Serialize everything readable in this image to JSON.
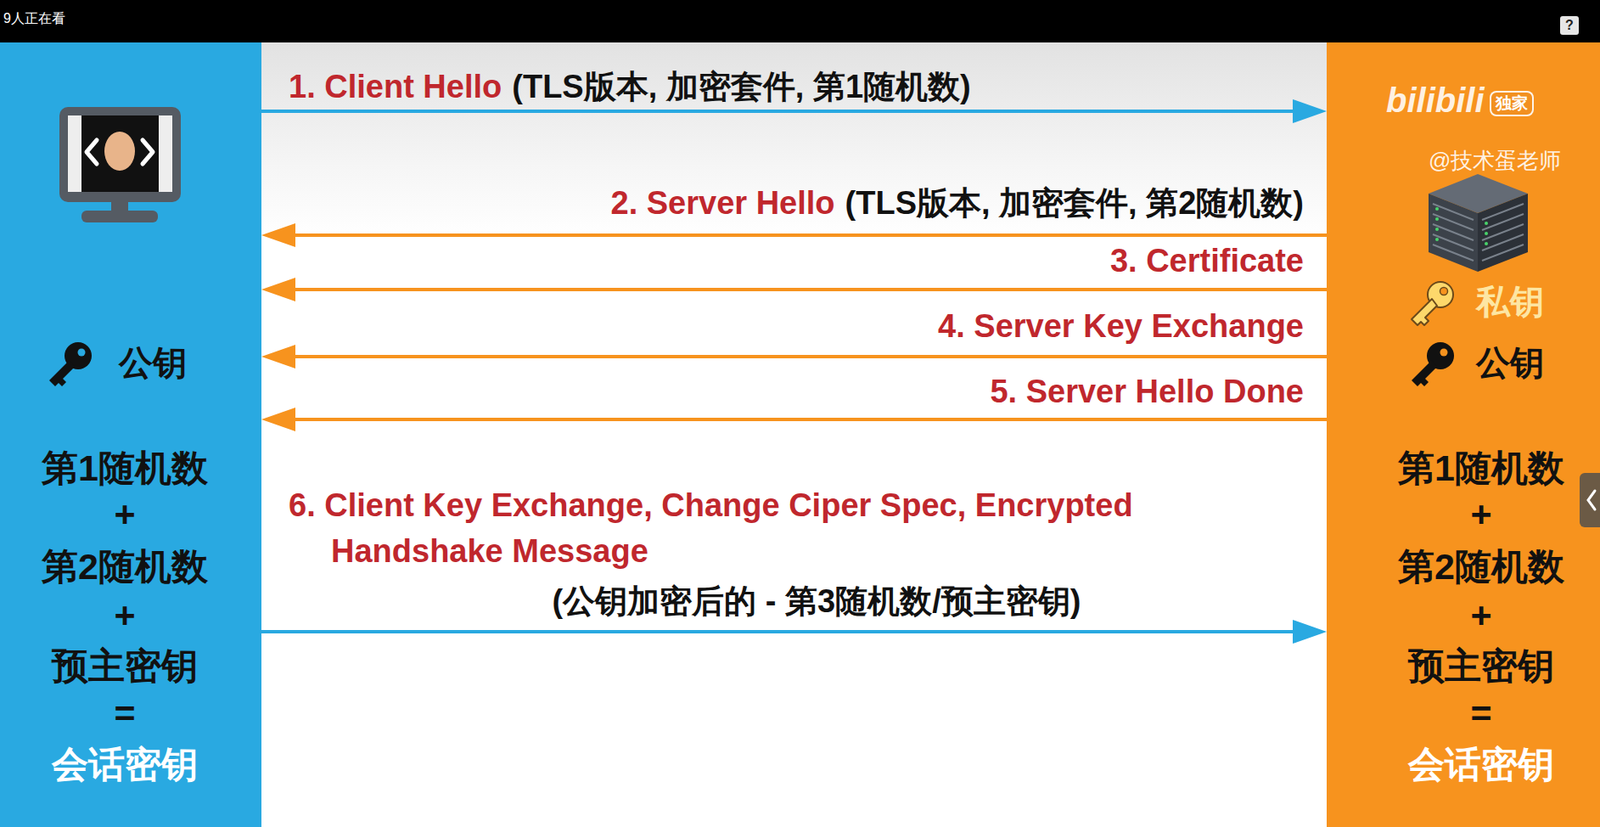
{
  "diagram": {
    "nodes": [
      {
        "text": [
          "公钥",
          "第1随机数",
          "+",
          "第2随机数",
          "+",
          "预主密钥",
          "=",
          "会话密钥"
        ]
      },
      {
        "text": [
          "私钥",
          "公钥",
          "第1随机数",
          "+",
          "第2随机数",
          "+",
          "预主密钥",
          "=",
          "会话密钥"
        ]
      }
    ],
    "edges": [
      {
        "from": 0,
        "to": 1,
        "arrow": "to",
        "label": "1. Client Hello"
      },
      {
        "from": 1,
        "to": 0,
        "arrow": "to",
        "label": "2. Server Hello"
      },
      {
        "from": 1,
        "to": 0,
        "arrow": "to",
        "label": "3. Certificate"
      },
      {
        "from": 1,
        "to": 0,
        "arrow": "to",
        "label": "4. Server Key Exchange"
      },
      {
        "from": 1,
        "to": 0,
        "arrow": "to",
        "label": "5. Server Hello Done"
      },
      {
        "from": 0,
        "to": 1,
        "arrow": "to",
        "label": "6. Client Key Exchange, Change Ciper Spec, Encrypted Handshake Message"
      }
    ],
    "labels": [
      "9人正在看",
      "?",
      "(TLS版本, 加密套件, 第1随机数)",
      "(TLS版本, 加密套件, 第2随机数)",
      "(公钥加密后的 - 第3随机数/预主密钥)",
      "bilibili",
      "独家",
      "@技术蛋老师"
    ]
  }
}
